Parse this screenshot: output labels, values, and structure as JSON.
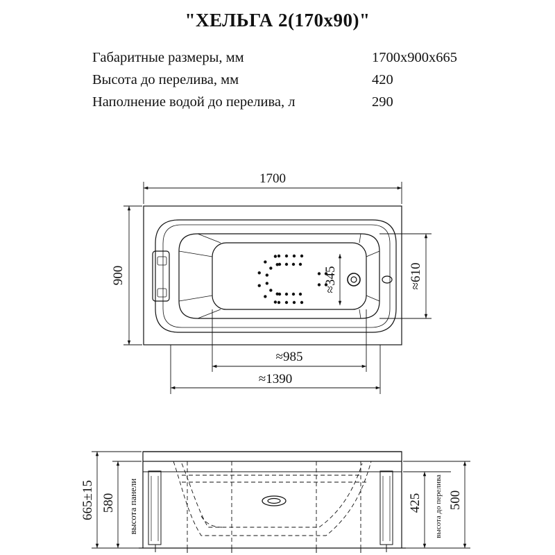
{
  "title": "\"ХЕЛЬГА 2(170x90)\"",
  "specs": [
    {
      "label": "Габаритные размеры, мм",
      "value": "1700x900x665"
    },
    {
      "label": "Высота до перелива, мм",
      "value": "420"
    },
    {
      "label": "Наполнение водой до перелива, л",
      "value": "290"
    }
  ],
  "top_view": {
    "length": "1700",
    "width": "900",
    "inner_width": "≈610",
    "pattern_width": "≈345",
    "bottom_length": "≈985",
    "inner_length": "≈1390"
  },
  "side_view": {
    "total_height": "665±15",
    "panel_height": "580",
    "panel_label": "высота панели",
    "overflow_height": "425",
    "overflow_label": "высота до перелива",
    "rim_height": "500"
  }
}
